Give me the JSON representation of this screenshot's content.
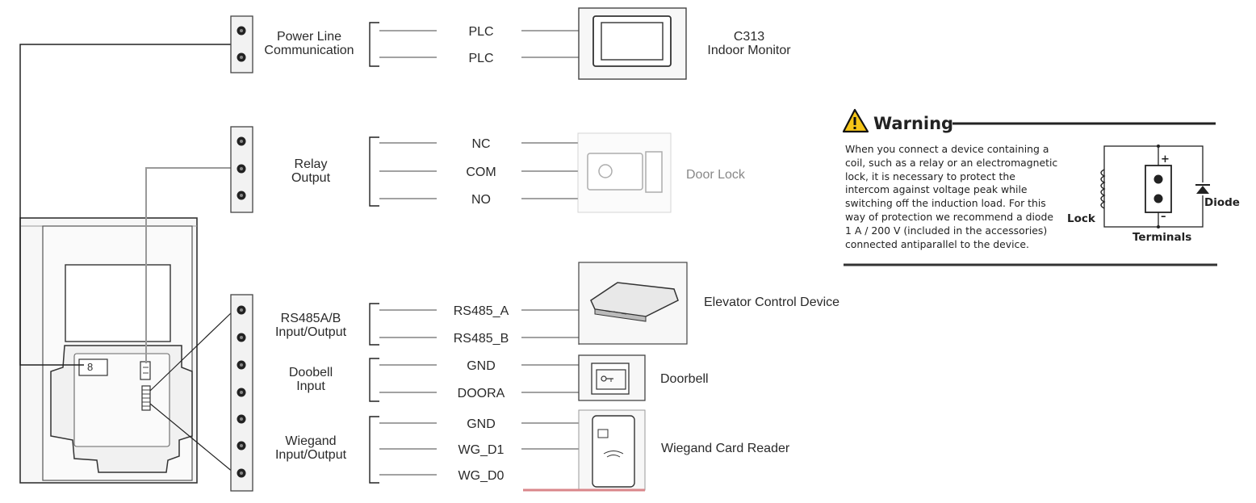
{
  "groups": {
    "plc": [
      "Power Line",
      "Communication"
    ],
    "relay": [
      "Relay",
      "Output"
    ],
    "rs485": [
      "RS485A/B",
      "Input/Output"
    ],
    "doorbell": [
      "Doobell",
      "Input"
    ],
    "wiegand": [
      "Wiegand",
      "Input/Output"
    ]
  },
  "signals": {
    "plc1": "PLC",
    "plc2": "PLC",
    "nc": "NC",
    "com": "COM",
    "no": "NO",
    "rs485a": "RS485_A",
    "rs485b": "RS485_B",
    "gnd1": "GND",
    "doora": "DOORA",
    "gnd2": "GND",
    "wgd1": "WG_D1",
    "wgd0": "WG_D0"
  },
  "devices": {
    "monitor": [
      "C313",
      "Indoor Monitor"
    ],
    "door_lock": "Door Lock",
    "elevator": "Elevator Control Device",
    "doorbell": "Doorbell",
    "card_reader": "Wiegand Card Reader"
  },
  "warning": {
    "title": "Warning",
    "lines": [
      "When you connect a device containing a",
      "coil, such as a relay or an electromagnetic",
      "lock, it is necessary to protect the",
      "intercom against voltage peak while",
      "switching off the induction load. For this",
      "way of protection we recommend a diode",
      "1 A / 200 V (included in the accessories)",
      "connected antiparallel to the device."
    ],
    "lock_label": "Lock",
    "diode_label": "Diode",
    "terminals_label": "Terminals",
    "plus": "+",
    "minus": "–"
  }
}
